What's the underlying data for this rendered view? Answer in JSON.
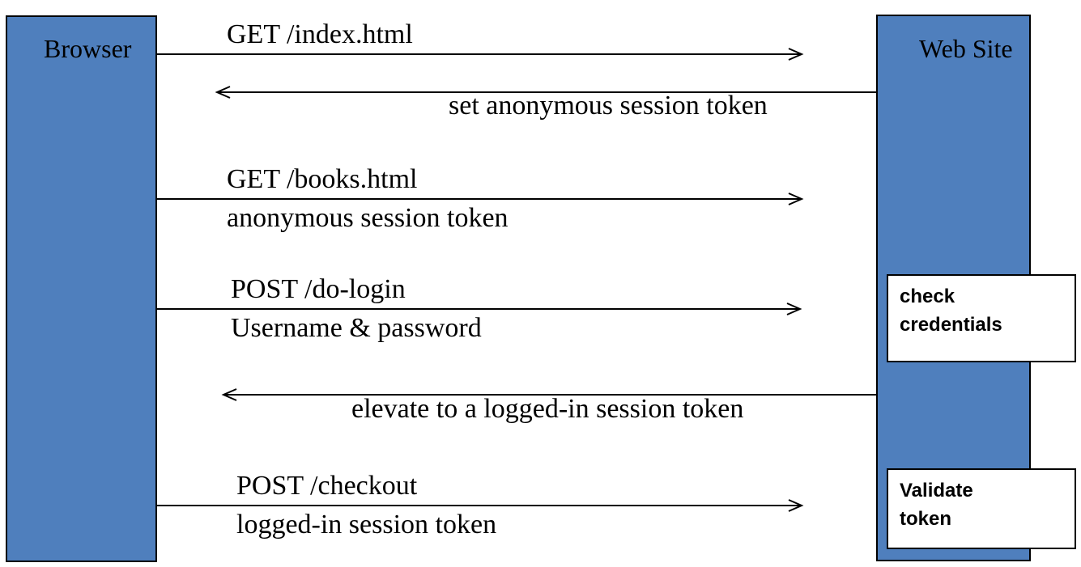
{
  "participants": {
    "browser": "Browser",
    "site": "Web Site"
  },
  "messages": [
    {
      "label": "GET /index.html",
      "sub": "",
      "direction": "to-site"
    },
    {
      "label": "set anonymous session token",
      "sub": "",
      "direction": "to-browser"
    },
    {
      "label": "GET /books.html",
      "sub": "anonymous session token",
      "direction": "to-site"
    },
    {
      "label": "POST /do-login",
      "sub": "Username & password",
      "direction": "to-site"
    },
    {
      "label": "elevate to a logged-in session token",
      "sub": "",
      "direction": "to-browser"
    },
    {
      "label": "POST /checkout",
      "sub": "logged-in session token",
      "direction": "to-site"
    }
  ],
  "notes": [
    {
      "line1": "check",
      "line2": "credentials"
    },
    {
      "line1": "Validate",
      "line2": "token"
    }
  ],
  "colors": {
    "lifeline_fill": "#4f7fbd",
    "line": "#000000",
    "background": "#ffffff"
  }
}
